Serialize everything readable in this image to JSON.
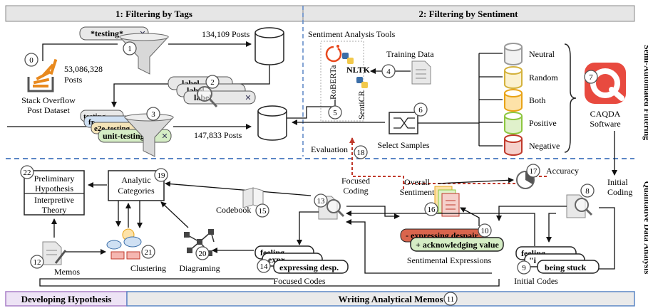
{
  "sections": {
    "top_left": "1: Filtering by Tags",
    "top_right": "2: Filtering by Sentiment",
    "bottom_left": "Developing Hypothesis",
    "bottom_middle": "Writing Analytical Memos",
    "side_top": "Semi-Automated Filtering",
    "side_bottom": "Qualitative Data Analysis"
  },
  "steps": [
    "0",
    "1",
    "2",
    "3",
    "4",
    "5",
    "6",
    "7",
    "8",
    "9",
    "10",
    "11",
    "12",
    "13",
    "14",
    "15",
    "16",
    "17",
    "18",
    "19",
    "20",
    "21",
    "22"
  ],
  "filtering": {
    "tag_testing": "*testing*",
    "posts_a": "134,109 Posts",
    "total_posts": "53,086,328",
    "posts_word": "Posts",
    "dataset_line1": "Stack Overflow",
    "dataset_line2": "Post Dataset",
    "label_tag": "label",
    "tag_testing_fragment": "testing",
    "tag_e2e": "e2e-testing",
    "tag_fr": "fr",
    "tag_unit": "unit-testing",
    "posts_b": "147,833 Posts"
  },
  "sentiment": {
    "tools_title": "Sentiment Analysis Tools",
    "tool_roberta": "RoBERTa",
    "tool_nltk": "NLTK",
    "tool_senticr": "SentiCR",
    "training_data": "Training Data",
    "select_samples": "Select Samples",
    "evaluation": "Evaluation",
    "buckets": [
      "Neutral",
      "Random",
      "Both",
      "Positive",
      "Negative"
    ],
    "caqda_line1": "CAQDA",
    "caqda_line2": "Software"
  },
  "qda": {
    "initial_coding_line1": "Initial",
    "initial_coding_line2": "Coding",
    "accuracy": "Accuracy",
    "focused_coding_line1": "Focused",
    "focused_coding_line2": "Coding",
    "overall_line1": "Overall",
    "overall_line2": "Sentiment",
    "expr_neg": "- expressing despair",
    "expr_pos": "+ acknowledging value",
    "sentimental_expressions": "Sentimental Expressions",
    "codebook": "Codebook",
    "analytic_line1": "Analytic",
    "analytic_line2": "Categories",
    "hyp_line1": "Preliminary",
    "hyp_line2": "Hypothesis",
    "theory_line1": "Interpretive",
    "theory_line2": "Theory",
    "memos": "Memos",
    "clustering": "Clustering",
    "diagraming": "Diagraming",
    "fc_pill1": "feeling",
    "fc_pill2": "expr",
    "fc_pill3": "expressing desp.",
    "focused_codes": "Focused Codes",
    "ic_pill1": "feeling",
    "ic_pill2": "\"i",
    "ic_pill3": "being stuck",
    "initial_codes": "Initial Codes"
  },
  "colors": {
    "section_header_bg": "#e6e6e6",
    "divider_blue": "#5b86c5",
    "hypothesis_purple": "#a97fc7",
    "eval_red": "#c0392b",
    "caqda_red": "#e84a3f",
    "neutral": "#9a9a9a",
    "random": "#d4b23c",
    "both": "#e8a317",
    "positive": "#8dc63f",
    "negative": "#c0392b",
    "neg_pill": "#d9654d",
    "pos_pill": "#d5edc5",
    "tag_green": "#d5edc5",
    "tag_blue": "#cfe0f3"
  }
}
